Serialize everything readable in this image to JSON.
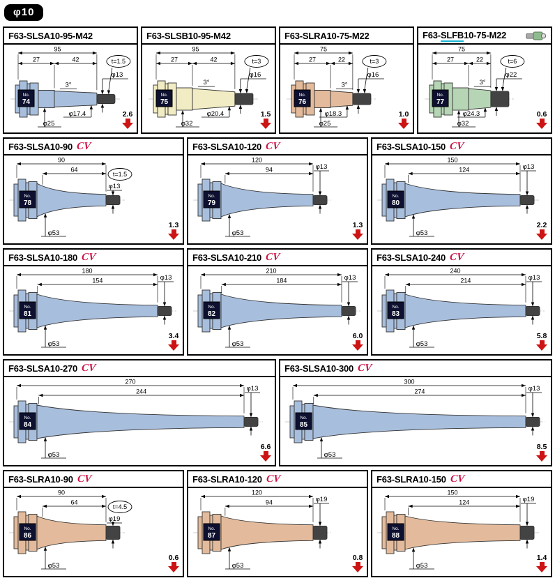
{
  "page": {
    "size_badge": "φ10"
  },
  "labels": {
    "no_label": "No.",
    "cv": "CV"
  },
  "rows": [
    {
      "panels": [
        {
          "no": "74",
          "type": "short",
          "color": "#a8bedd",
          "weight": "2.6",
          "cv": false,
          "title_segments": [
            {
              "text": "F63-SLSA10-95-M42",
              "underline": false
            }
          ],
          "dims": {
            "overall": "95",
            "d1": "27",
            "d2": "42",
            "t": "t=1.5",
            "angle": "3°",
            "tip": "φ13",
            "taper_end": "φ17.4",
            "neck": "φ25"
          }
        },
        {
          "no": "75",
          "type": "short",
          "color": "#f1ecc3",
          "weight": "1.5",
          "cv": false,
          "title_segments": [
            {
              "text": "F63-SLSB10-95-M42",
              "underline": false
            }
          ],
          "dims": {
            "overall": "95",
            "d1": "27",
            "d2": "42",
            "t": "t=3",
            "angle": "3°",
            "tip": "φ16",
            "taper_end": "φ20.4",
            "neck": "φ32"
          }
        },
        {
          "no": "76",
          "type": "short",
          "color": "#e3bb9c",
          "weight": "1.0",
          "cv": false,
          "title_segments": [
            {
              "text": "F63-SLRA10-75-M22",
              "underline": false
            }
          ],
          "dims": {
            "overall": "75",
            "d1": "27",
            "d2": "22",
            "t": "t=3",
            "angle": "3°",
            "tip": "φ16",
            "taper_end": "φ18.3",
            "neck": "φ25"
          }
        },
        {
          "no": "77",
          "type": "short",
          "color": "#b6d5b4",
          "weight": "0.6",
          "cv": false,
          "header_icon": true,
          "title_segments": [
            {
              "text": "F63-",
              "underline": false
            },
            {
              "text": "SLFB",
              "underline": true
            },
            {
              "text": "10-75-M22",
              "underline": false
            }
          ],
          "dims": {
            "overall": "75",
            "d1": "27",
            "d2": "22",
            "t": "t=6",
            "angle": "3°",
            "tip": "φ22",
            "taper_end": "φ24.3",
            "neck": "φ32"
          }
        }
      ]
    },
    {
      "panels": [
        {
          "no": "78",
          "type": "long",
          "color": "#a8bedd",
          "weight": "1.3",
          "cv": true,
          "title_segments": [
            {
              "text": "F63-SLSA10-90",
              "underline": false
            }
          ],
          "dims": {
            "overall": "90",
            "inner": "64",
            "t": "t=1.5",
            "tip": "φ13",
            "body": "φ53"
          }
        },
        {
          "no": "79",
          "type": "long",
          "color": "#a8bedd",
          "weight": "1.3",
          "cv": true,
          "title_segments": [
            {
              "text": "F63-SLSA10-120",
              "underline": false
            }
          ],
          "dims": {
            "overall": "120",
            "inner": "94",
            "tip": "φ13",
            "body": "φ53"
          }
        },
        {
          "no": "80",
          "type": "long",
          "color": "#a8bedd",
          "weight": "2.2",
          "cv": true,
          "title_segments": [
            {
              "text": "F63-SLSA10-150",
              "underline": false
            }
          ],
          "dims": {
            "overall": "150",
            "inner": "124",
            "tip": "φ13",
            "body": "φ53"
          }
        }
      ]
    },
    {
      "panels": [
        {
          "no": "81",
          "type": "long",
          "color": "#a8bedd",
          "weight": "3.4",
          "cv": true,
          "title_segments": [
            {
              "text": "F63-SLSA10-180",
              "underline": false
            }
          ],
          "dims": {
            "overall": "180",
            "inner": "154",
            "tip": "φ13",
            "body": "φ53"
          }
        },
        {
          "no": "82",
          "type": "long",
          "color": "#a8bedd",
          "weight": "6.0",
          "cv": true,
          "title_segments": [
            {
              "text": "F63-SLSA10-210",
              "underline": false
            }
          ],
          "dims": {
            "overall": "210",
            "inner": "184",
            "tip": "φ13",
            "body": "φ53"
          }
        },
        {
          "no": "83",
          "type": "long",
          "color": "#a8bedd",
          "weight": "5.8",
          "cv": true,
          "title_segments": [
            {
              "text": "F63-SLSA10-240",
              "underline": false
            }
          ],
          "dims": {
            "overall": "240",
            "inner": "214",
            "tip": "φ13",
            "body": "φ53"
          }
        }
      ]
    },
    {
      "panels": [
        {
          "no": "84",
          "type": "long",
          "color": "#a8bedd",
          "weight": "6.6",
          "cv": true,
          "title_segments": [
            {
              "text": "F63-SLSA10-270",
              "underline": false
            }
          ],
          "dims": {
            "overall": "270",
            "inner": "244",
            "tip": "φ13",
            "body": "φ53"
          }
        },
        {
          "no": "85",
          "type": "long",
          "color": "#a8bedd",
          "weight": "8.5",
          "cv": true,
          "title_segments": [
            {
              "text": "F63-SLSA10-300",
              "underline": false
            }
          ],
          "dims": {
            "overall": "300",
            "inner": "274",
            "tip": "φ13",
            "body": "φ53"
          }
        }
      ]
    },
    {
      "panels": [
        {
          "no": "86",
          "type": "long",
          "color": "#e3bb9c",
          "weight": "0.6",
          "cv": true,
          "title_segments": [
            {
              "text": "F63-SLRA10-90",
              "underline": false
            }
          ],
          "dims": {
            "overall": "90",
            "inner": "64",
            "t": "t=4.5",
            "tip": "φ19",
            "body": "φ53"
          }
        },
        {
          "no": "87",
          "type": "long",
          "color": "#e3bb9c",
          "weight": "0.8",
          "cv": true,
          "title_segments": [
            {
              "text": "F63-SLRA10-120",
              "underline": false
            }
          ],
          "dims": {
            "overall": "120",
            "inner": "94",
            "tip": "φ19",
            "body": "φ53"
          }
        },
        {
          "no": "88",
          "type": "long",
          "color": "#e3bb9c",
          "weight": "1.4",
          "cv": true,
          "title_segments": [
            {
              "text": "F63-SLRA10-150",
              "underline": false
            }
          ],
          "dims": {
            "overall": "150",
            "inner": "124",
            "tip": "φ19",
            "body": "φ53"
          }
        }
      ]
    }
  ]
}
